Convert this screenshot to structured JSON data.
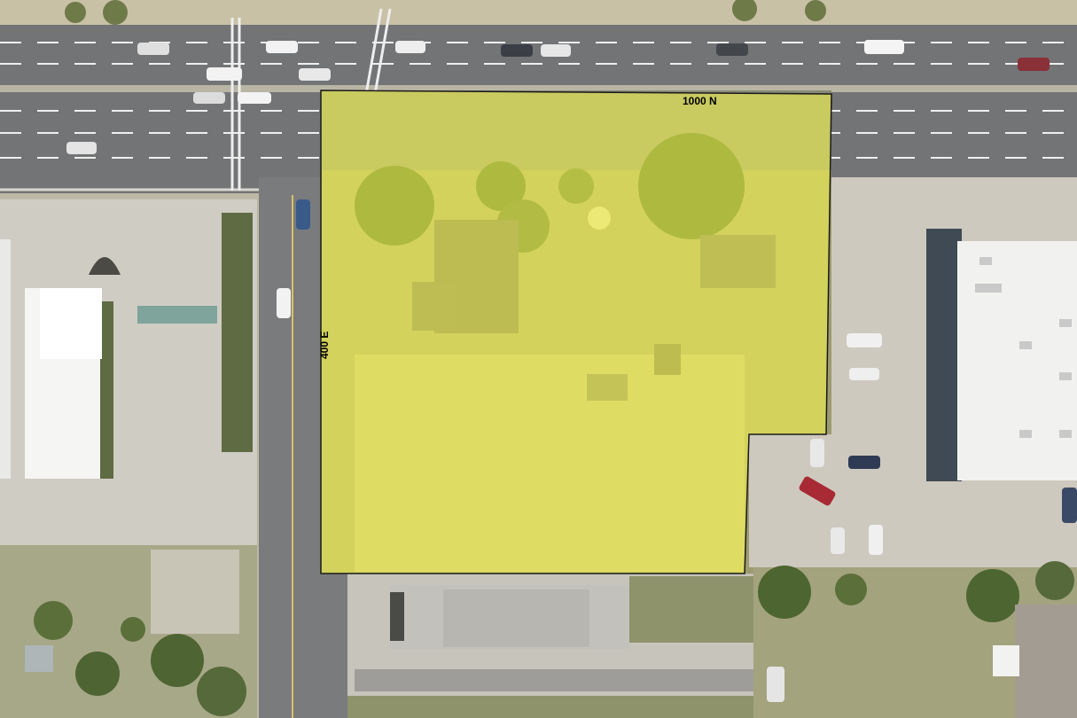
{
  "map": {
    "type": "aerial-parcel-map",
    "labels": {
      "street_north": "1000 N",
      "street_west": "400 E"
    },
    "highlight": {
      "name": "parcel-highlight",
      "fill_color": "#ffff4d",
      "stroke_color": "#1a1a1a",
      "opacity": 0.55
    },
    "colors": {
      "road": "#6f7173",
      "lane_marking": "#f2f2f2",
      "grass": "#8d9468",
      "dry_grass": "#b7ae86",
      "parking": "#c9c6bd",
      "roof_white": "#f4f4f2",
      "tree": "#4d6530"
    }
  }
}
